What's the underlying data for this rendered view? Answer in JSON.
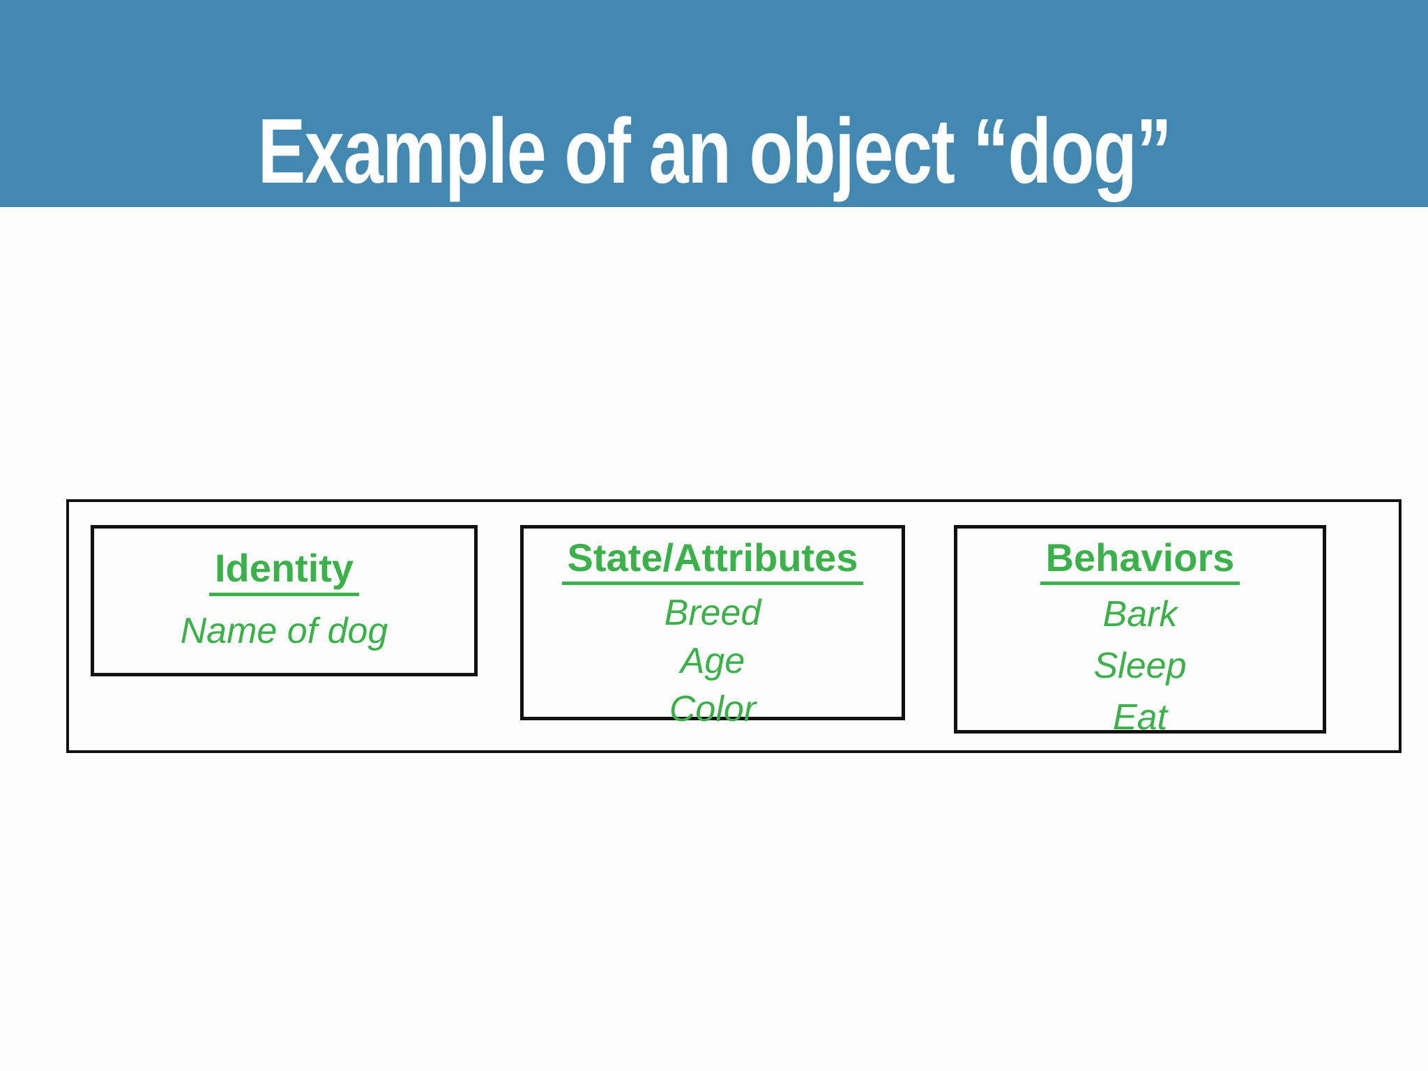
{
  "slide": {
    "title": "Example of an object “dog”"
  },
  "diagram": {
    "boxes": [
      {
        "heading": "Identity",
        "items": [
          "Name of dog"
        ]
      },
      {
        "heading": "State/Attributes",
        "items": [
          "Breed",
          "Age",
          "Color"
        ]
      },
      {
        "heading": "Behaviors",
        "items": [
          "Bark",
          "Sleep",
          "Eat"
        ]
      }
    ]
  },
  "colors": {
    "header_bg": "#4288b0",
    "accent_green": "#3cb04a",
    "box_border": "#111111"
  }
}
